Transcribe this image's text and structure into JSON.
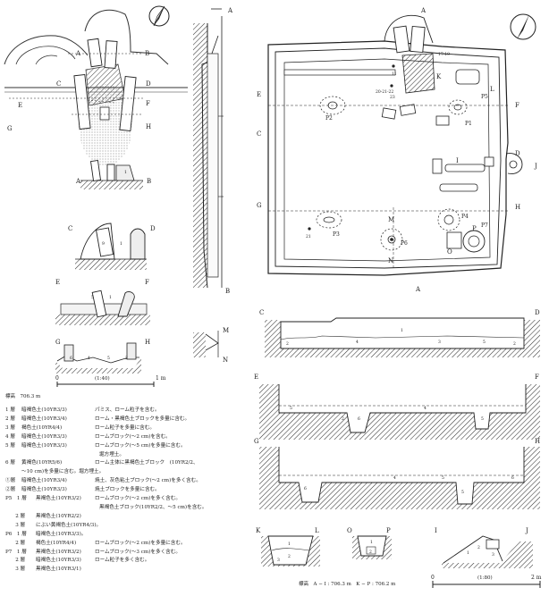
{
  "compass": {
    "label": "N"
  },
  "small_plan": {
    "labels": [
      "A",
      "B",
      "C",
      "D",
      "E",
      "F",
      "G",
      "H"
    ]
  },
  "sections": {
    "AB": {
      "left": "A",
      "right": "B",
      "layers": [
        "1"
      ]
    },
    "CD": {
      "left": "C",
      "right": "D",
      "layers": [
        "9",
        "1"
      ]
    },
    "EF": {
      "left": "E",
      "right": "F",
      "layers": [
        "5",
        "1"
      ]
    },
    "GH": {
      "left": "G",
      "right": "H",
      "layers": [
        "6",
        "4",
        "5",
        "2"
      ]
    }
  },
  "small_scale": {
    "start": "0",
    "ratio": "(1:40)",
    "end": "1 m"
  },
  "elevation_small": "標高　706.3 m",
  "legend": [
    {
      "code": "1 層",
      "color": "暗褐色土(10YR3/3)",
      "desc": "パミス、ローム粒子を含む。"
    },
    {
      "code": "2 層",
      "color": "暗褐色土(10YR3/4)",
      "desc": "ローム・黒褐色土ブロックを多量に含む。"
    },
    {
      "code": "3 層",
      "color": "褐色土(10YR4/4)",
      "desc": "ローム粒子を多量に含む。"
    },
    {
      "code": "4 層",
      "color": "暗褐色土(10YR3/3)",
      "desc": "ロームブロック(〜2 cm)を含む。"
    },
    {
      "code": "5 層",
      "color": "暗褐色土(10YR3/3)",
      "desc": "ロームブロック(〜5 cm)を多量に含む。"
    },
    {
      "code": "",
      "color": "",
      "desc": "堀方埋土。",
      "indent": 2
    },
    {
      "code": "6 層",
      "color": "黄褐色(10YR5/6)",
      "desc": "ローム主体に黒褐色土ブロック　(10YR2/2、"
    },
    {
      "code": "",
      "color": "",
      "desc": "〜10 cm)を多量に含む。堀方埋土。",
      "indent": 1
    },
    {
      "code": "①層",
      "color": "暗褐色土(10YR3/4)",
      "desc": "焼土、灰色粘土ブロック(〜2 cm)を多く含む。"
    },
    {
      "code": "②層",
      "color": "暗褐色土(10YR3/3)",
      "desc": "焼土ブロックを多量に含む。"
    },
    {
      "code": "P5　1 層",
      "color": "黒褐色土(10YR3/2)",
      "desc": "ロームブロック(〜2 cm)を多く含む。"
    },
    {
      "code": "",
      "color": "",
      "desc": "黒褐色土ブロック(10YR2/2、〜5 cm)を含む。",
      "indent": 2
    },
    {
      "code": "　　2 層",
      "color": "黒褐色土(10YR2/2)",
      "desc": ""
    },
    {
      "code": "　　3 層",
      "color": "にぶい黄褐色土(10YR4/3)。",
      "desc": ""
    },
    {
      "code": "P6　1 層",
      "color": "暗褐色土(10YR3/3)。",
      "desc": ""
    },
    {
      "code": "　　2 層",
      "color": "褐色土(10YR4/4)",
      "desc": "ロームブロック(〜2 cm)を多量に含む。"
    },
    {
      "code": "P7　1 層",
      "color": "黒褐色土(10YR3/2)",
      "desc": "ロームブロック(〜3 cm)を多く含む。"
    },
    {
      "code": "　　2 層",
      "color": "暗褐色土(10YR3/3)",
      "desc": "ローム粒子を多く含む。"
    },
    {
      "code": "　　3 層",
      "color": "黒褐色土(10YR3/1)",
      "desc": ""
    }
  ],
  "main_plan": {
    "north_label": "N",
    "labels": {
      "A_top": "A",
      "A_bottom": "A",
      "B": "B",
      "C": "C",
      "D": "D",
      "E": "E",
      "F": "F",
      "G": "G",
      "H": "H",
      "I": "I",
      "J": "J",
      "K": "K",
      "L": "L",
      "M_top": "M",
      "M_bottom": "N",
      "O": "O",
      "P": "P",
      "P1": "P1",
      "P2": "P2",
      "P3": "P3",
      "P4": "P4",
      "P5": "P5",
      "P6": "P6",
      "P7": "P7"
    },
    "numbers": [
      "17-19",
      "11",
      "20-21-22",
      "23",
      "21"
    ]
  },
  "long_section": {
    "top": "A",
    "bottom": "B",
    "mn_top": "M",
    "mn_bottom": "N"
  },
  "main_sections": {
    "CD": {
      "left": "C",
      "right": "D",
      "layers": [
        "1",
        "2",
        "4",
        "3",
        "5",
        "2"
      ]
    },
    "EF": {
      "left": "E",
      "right": "F",
      "layers": [
        "5",
        "2",
        "6",
        "4",
        "5"
      ]
    },
    "GH": {
      "left": "G",
      "right": "H",
      "layers": [
        "6",
        "4",
        "5",
        "5",
        "6"
      ]
    }
  },
  "pit_sections": [
    {
      "left": "K",
      "right": "L",
      "layers": [
        "1",
        "2",
        "3"
      ]
    },
    {
      "left": "O",
      "right": "P",
      "layers": [
        "1",
        "2"
      ]
    },
    {
      "left": "I",
      "right": "J",
      "layers": [
        "1",
        "2",
        "3"
      ]
    }
  ],
  "main_scale": {
    "start": "0",
    "ratio": "(1:80)",
    "end": "2 m"
  },
  "elevation_main": "標高　A − I : 706.3 m　K − P : 706.2 m"
}
